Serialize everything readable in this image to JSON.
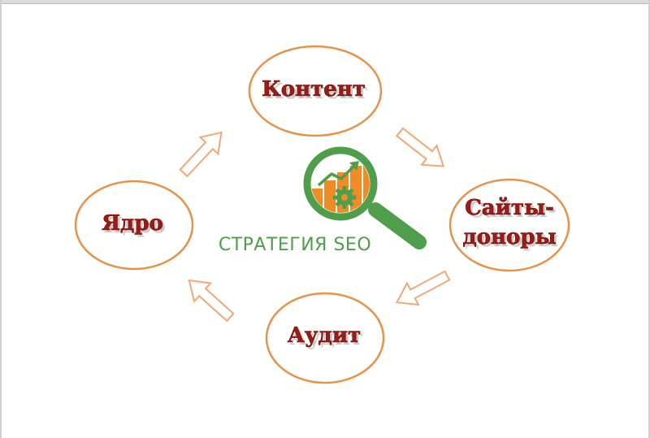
{
  "diagram": {
    "nodes": {
      "content": "Контент",
      "donor_sites_line1": "Сайты-",
      "donor_sites_line2": "доноры",
      "audit": "Аудит",
      "core": "Ядро"
    },
    "center_logo": {
      "text": "СТРАТЕГИЯ SEO"
    },
    "colors": {
      "ellipse_stroke": "#e6934a",
      "arrow_stroke": "#f0a878",
      "label_fill": "#9b1c16",
      "logo_green": "#4f9e4b",
      "logo_orange": "#ef8c25"
    }
  }
}
